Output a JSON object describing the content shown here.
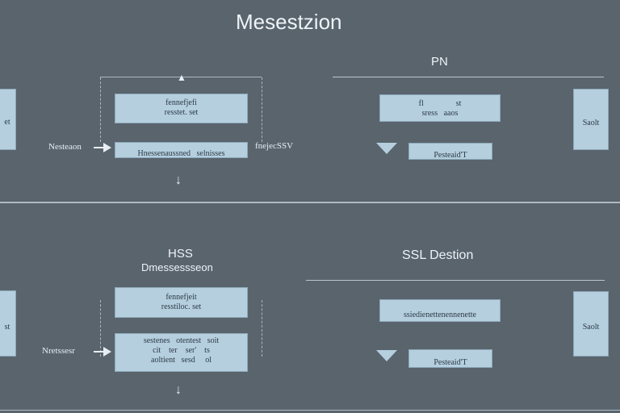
{
  "top": {
    "title": "Mesestzion",
    "pn": "PN",
    "left_stub": "et",
    "right_stub": "Saolt",
    "input_label": "Nesteaon",
    "side_label": "fnejecSSV",
    "box1": [
      "fennefjefi",
      "resstet. set"
    ],
    "box2": "Hnessenaussned   selnisses",
    "box3": [
      "fl                st",
      "sress   aaos"
    ],
    "box4": "Pesteaid'T"
  },
  "bottom": {
    "hss": "HSS",
    "subtitle": "Dmessessseon",
    "ssl": "SSL Destion",
    "left_stub": "st",
    "right_stub": "Saolt",
    "input_label": "Nretssesr",
    "box1": [
      "fennefjeit",
      "resstiloc. set"
    ],
    "box2": [
      "sestenes   otentest   soit",
      "cit    ter    ser'    ts",
      "aoltient   sesd     ol"
    ],
    "box3": "ssiedienettenennenette",
    "box4": "Pesteaid'T"
  }
}
